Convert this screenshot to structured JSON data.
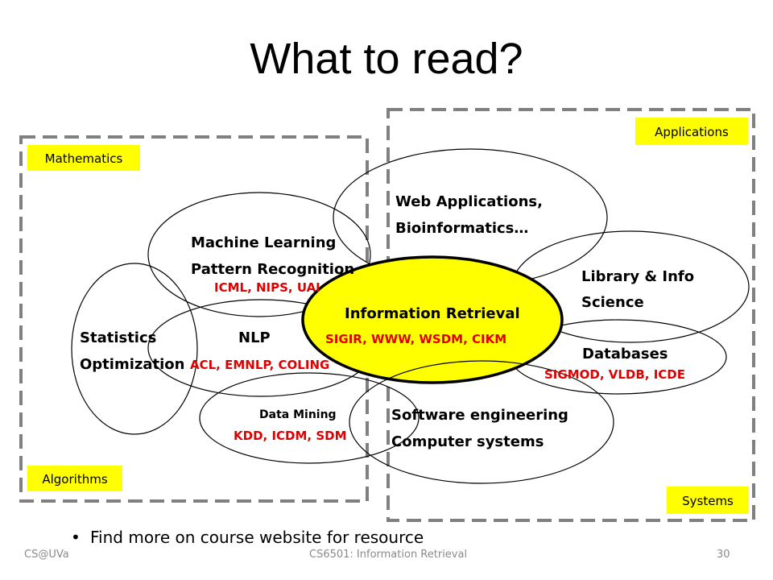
{
  "slide": {
    "title": "What to read?",
    "bullet": "Find more on course website for resource",
    "footer": {
      "left": "CS@UVa",
      "center": "CS6501: Information Retrieval",
      "page": "30"
    }
  },
  "diagram": {
    "regions": {
      "mathematics": "Mathematics",
      "algorithms": "Algorithms",
      "applications": "Applications",
      "systems": "Systems"
    },
    "center": {
      "label": "Information Retrieval",
      "venues": "SIGIR, WWW, WSDM, CIKM",
      "fill": "#ffff00"
    },
    "areas": {
      "web_applications": {
        "line1": "Web Applications,",
        "line2": "Bioinformatics…"
      },
      "machine_learning": {
        "line1": "Machine Learning",
        "line2": "Pattern Recognition",
        "venues": "ICML, NIPS, UAI"
      },
      "library_info": {
        "line1": "Library & Info",
        "line2": "Science"
      },
      "statistics": {
        "line1": "Statistics",
        "line2": "Optimization"
      },
      "nlp": {
        "label": "NLP",
        "venues": "ACL, EMNLP, COLING"
      },
      "databases": {
        "label": "Databases",
        "venues": "SIGMOD, VLDB, ICDE"
      },
      "data_mining": {
        "label": "Data Mining",
        "venues": "KDD, ICDM, SDM"
      },
      "software_engineering": {
        "line1": "Software engineering",
        "line2": "Computer systems"
      }
    },
    "colors": {
      "venue_text": "#e00000",
      "region_label_bg": "#ffff00",
      "dashed_border": "#808080"
    }
  }
}
